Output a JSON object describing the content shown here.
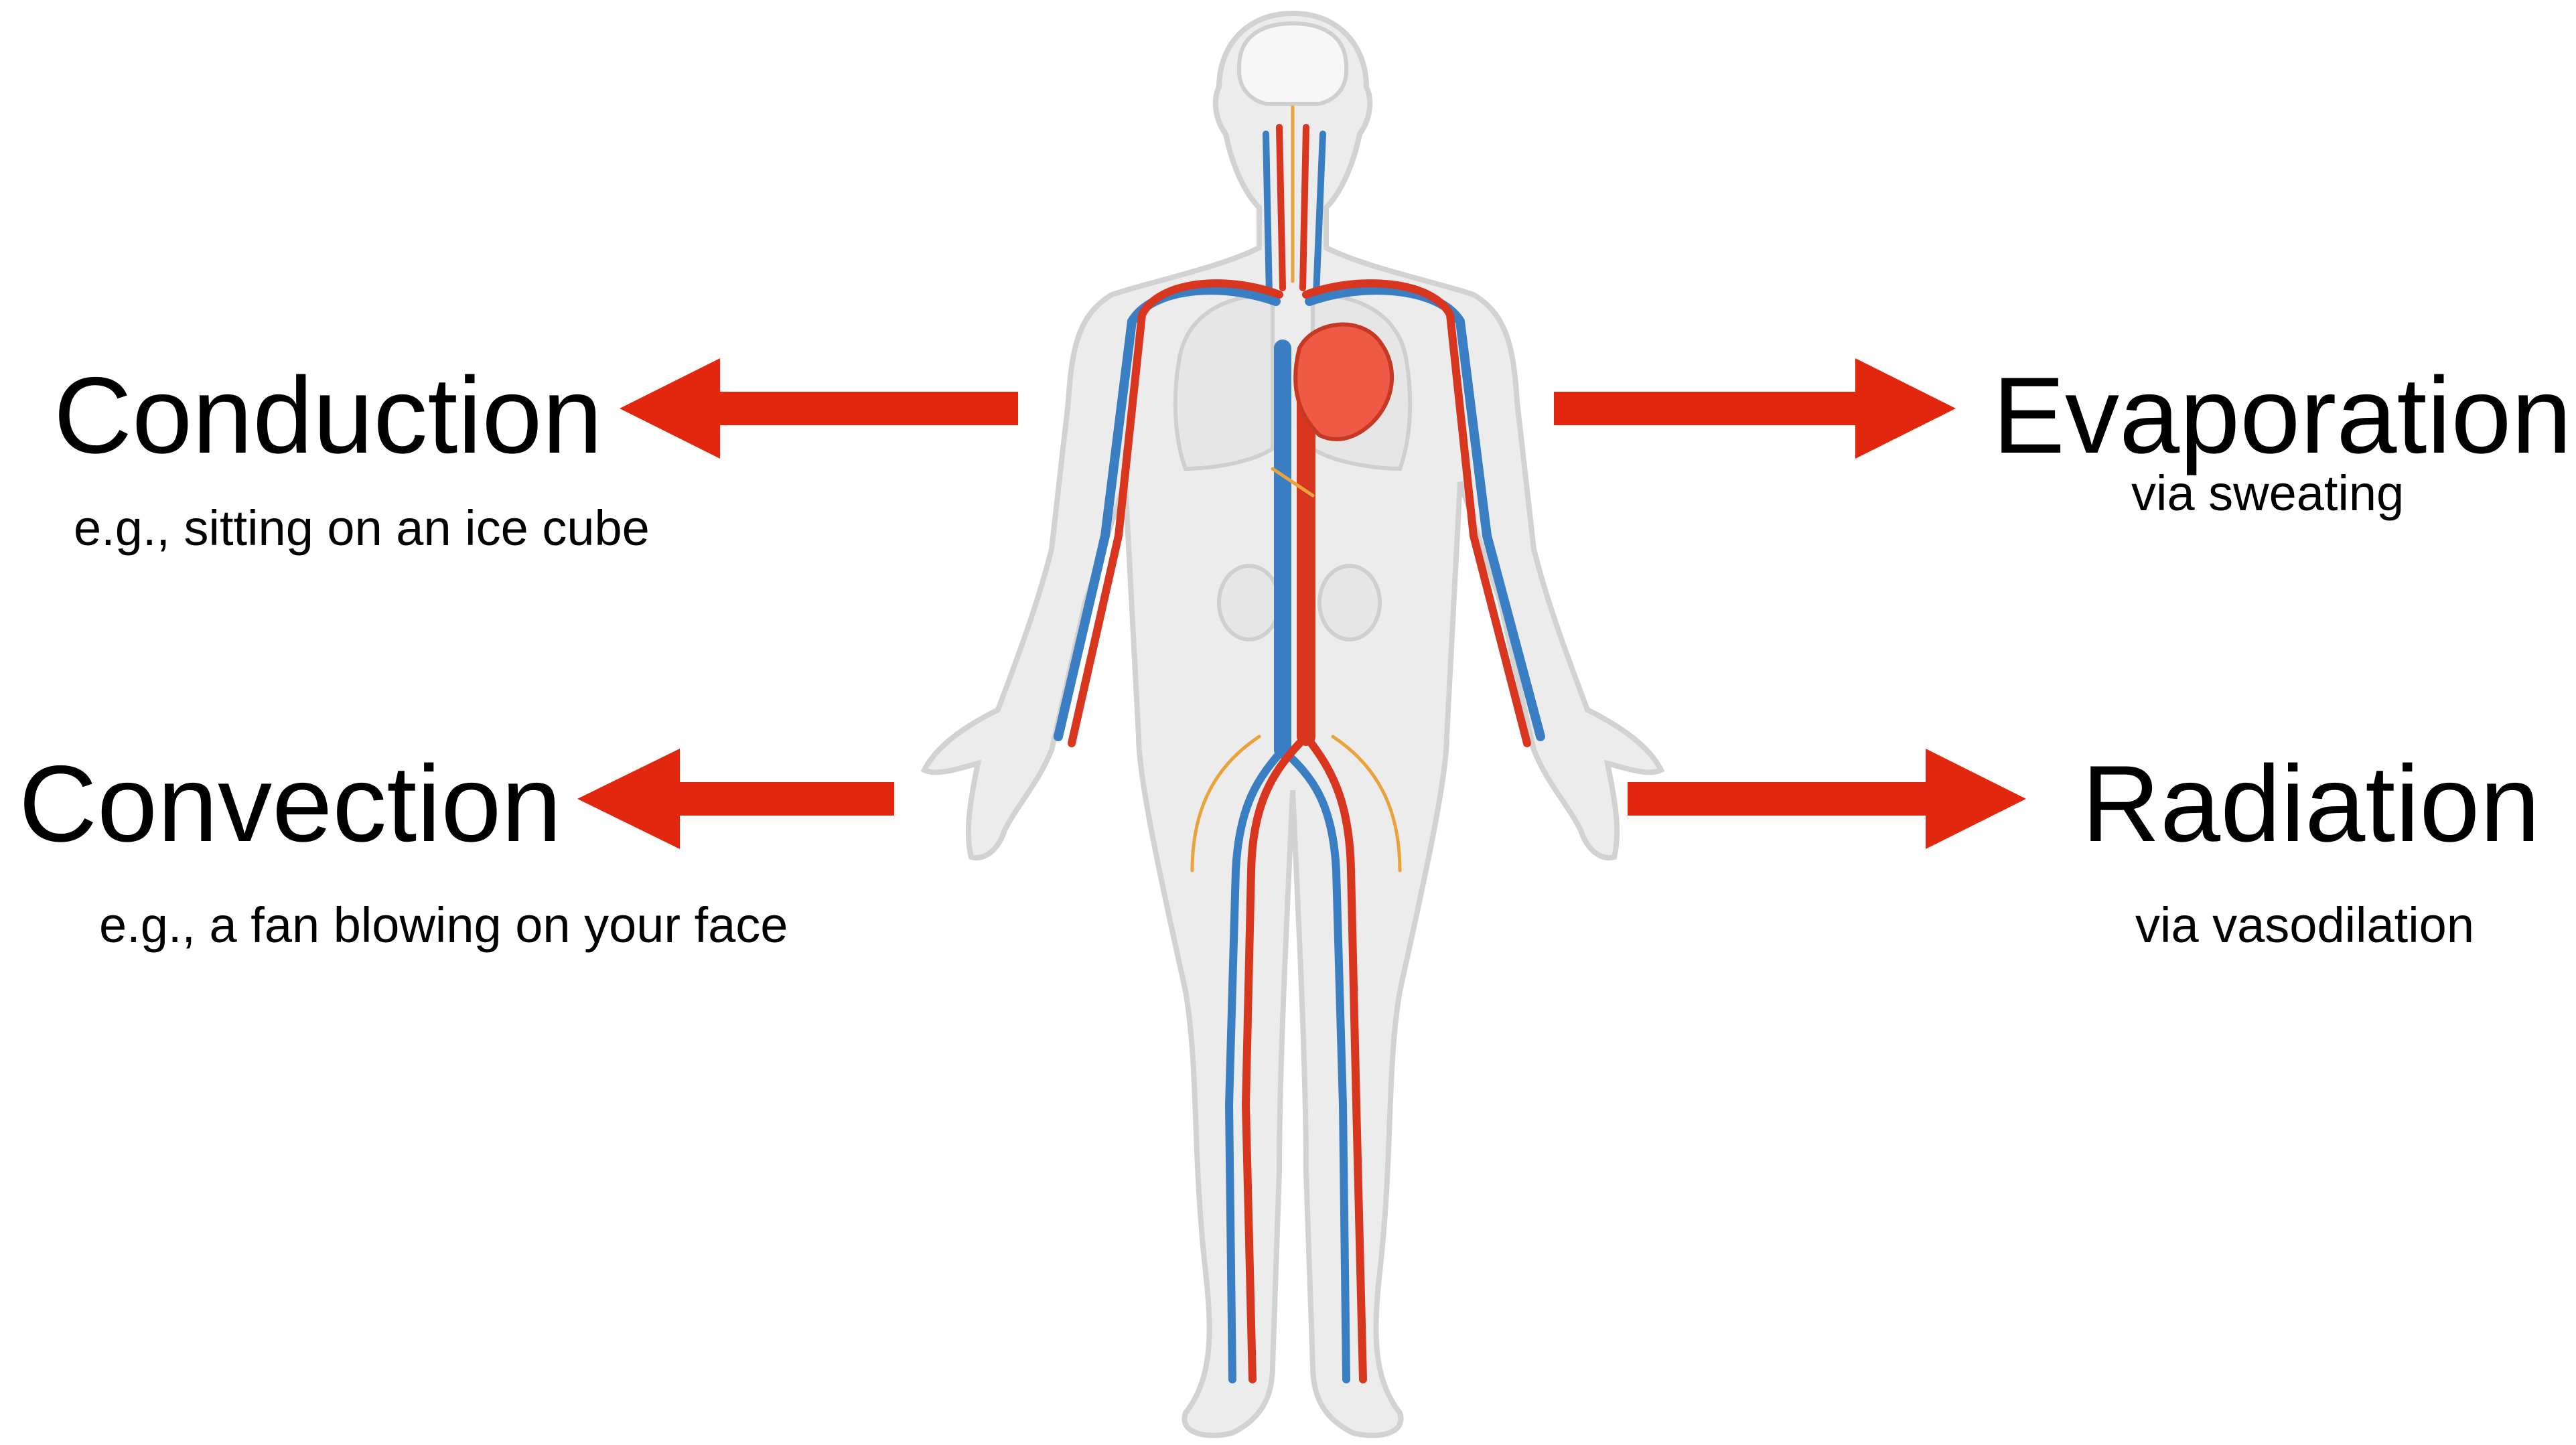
{
  "mechanisms": {
    "conduction": {
      "title": "Conduction",
      "example": "e.g., sitting on an ice cube"
    },
    "convection": {
      "title": "Convection",
      "example": "e.g., a fan blowing on your face"
    },
    "evaporation": {
      "title": "Evaporation",
      "example": "via sweating"
    },
    "radiation": {
      "title": "Radiation",
      "example": "via vasodilation"
    }
  },
  "colors": {
    "arrow": "#e1280f",
    "artery": "#d9361f",
    "vein": "#3a7fc4",
    "heart": "#ee5a45",
    "body": "#ececec",
    "body_outline": "#d2d2d2",
    "nerve": "#e8a33a"
  }
}
